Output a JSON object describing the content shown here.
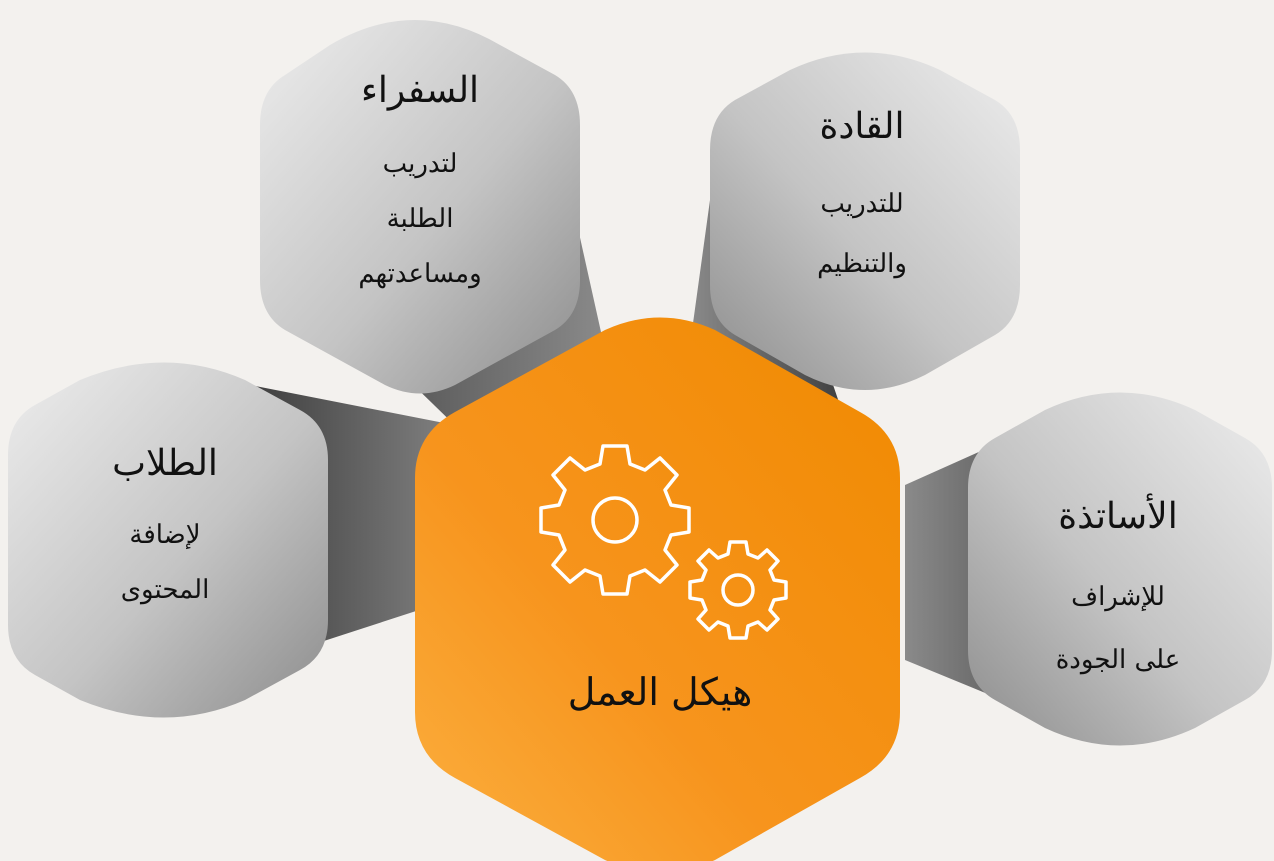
{
  "diagram": {
    "center": {
      "label": "هيكل العمل",
      "icon": "gears-icon",
      "color": "#f7941d"
    },
    "nodes": [
      {
        "key": "ambassadors",
        "title": "السفراء",
        "lines": [
          "لتدريب",
          "الطلبة",
          "ومساعدتهم"
        ]
      },
      {
        "key": "leaders",
        "title": "القادة",
        "lines": [
          "للتدريب",
          "والتنظيم"
        ]
      },
      {
        "key": "students",
        "title": "الطلاب",
        "lines": [
          "لإضافة",
          "المحتوى"
        ]
      },
      {
        "key": "professors",
        "title": "الأساتذة",
        "lines": [
          "للإشراف",
          "على الجودة"
        ]
      }
    ],
    "colors": {
      "background": "#f3f1ee",
      "hex_light": "#e6e6e6",
      "hex_dark": "#8e8e8e",
      "shadow": "#5a5a5a"
    }
  }
}
